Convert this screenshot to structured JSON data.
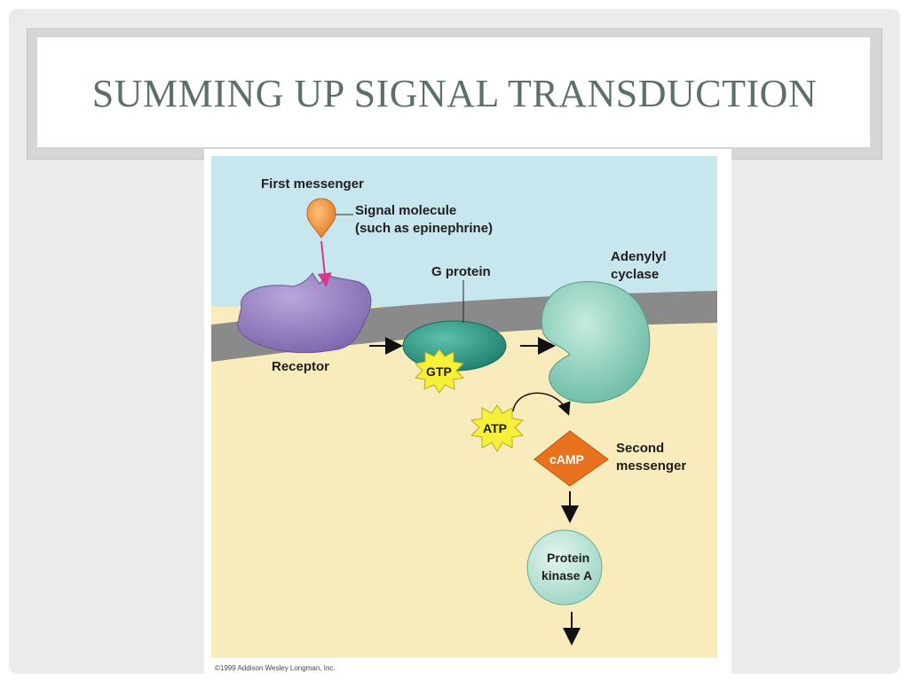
{
  "slide": {
    "title": "SUMMING UP SIGNAL TRANSDUCTION"
  },
  "figure": {
    "first_messenger": "First messenger",
    "signal_molecule_line1": "Signal molecule",
    "signal_molecule_line2": "(such as epinephrine)",
    "g_protein": "G protein",
    "adenylyl_line1": "Adenylyl",
    "adenylyl_line2": "cyclase",
    "receptor": "Receptor",
    "gtp": "GTP",
    "atp": "ATP",
    "camp": "cAMP",
    "second_messenger_line1": "Second",
    "second_messenger_line2": "messenger",
    "protein_kinase_line1": "Protein",
    "protein_kinase_line2": "kinase A",
    "copyright": "©1999 Addison Wesley Longman, Inc."
  },
  "colors": {
    "extracellular": "#c8e6ee",
    "cytoplasm": "#f8ebbc",
    "membrane": "#8a8a8a",
    "receptor": "#9a84c4",
    "g_protein": "#2f9a86",
    "adenylyl_cyclase": "#9bd6c4",
    "signal_molecule": "#f09a3e",
    "gtp_star": "#f6f03a",
    "camp": "#e8721e",
    "protein_kinase": "#bfe6da",
    "signal_arrow": "#d6388a"
  }
}
